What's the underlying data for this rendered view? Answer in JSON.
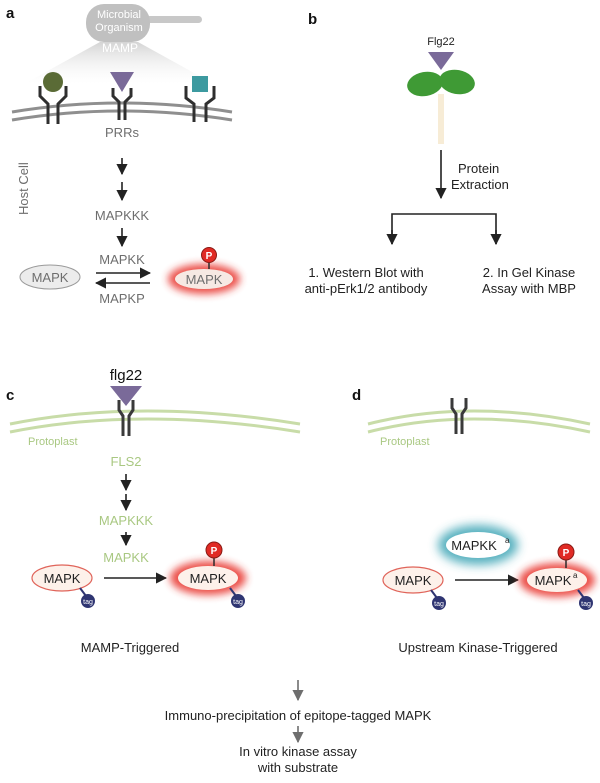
{
  "panels": {
    "a": "a",
    "b": "b",
    "c": "c",
    "d": "d"
  },
  "panel_a": {
    "organism": [
      "Microbial",
      "Organism"
    ],
    "mamp": "MAMP",
    "prrs": "PRRs",
    "host_cell": "Host Cell",
    "mapkkk": "MAPKKK",
    "mapkk": "MAPKK",
    "mapkp": "MAPKP",
    "mapk_inactive": "MAPK",
    "mapk_active": "MAPK",
    "phospho": "P"
  },
  "panel_b": {
    "ligand": "Flg22",
    "step_label": [
      "Protein",
      "Extraction"
    ],
    "option1": [
      "1. Western Blot with",
      "anti-pErk1/2 antibody"
    ],
    "option2": [
      "2. In Gel Kinase",
      "Assay with MBP"
    ]
  },
  "panel_c": {
    "ligand": "flg22",
    "protoplast": "Protoplast",
    "receptor": "FLS2",
    "mapkkk": "MAPKKK",
    "mapkk": "MAPKK",
    "mapk_inactive": "MAPK",
    "mapk_active": "MAPK",
    "tag": "tag",
    "phospho": "P",
    "caption": "MAMP-Triggered"
  },
  "panel_d": {
    "protoplast": "Protoplast",
    "mapkk_a": "MAPKK",
    "superscript_a": "a",
    "mapk_inactive": "MAPK",
    "mapk_active": "MAPK",
    "tag": "tag",
    "phospho": "P",
    "caption": "Upstream Kinase-Triggered"
  },
  "bottom": {
    "step1": "Immuno-precipitation of epitope-tagged MAPK",
    "step2": [
      "In vitro kinase assay",
      "with substrate"
    ]
  },
  "colors": {
    "purple": "#7a6a99",
    "olive": "#5a6b36",
    "teal": "#3d9aa0",
    "leaf": "#3f9a35",
    "membrane_gray": "#8f8f8f",
    "membrane_green": "#c8dca8",
    "active_red": "#e8302a",
    "tag_navy": "#2f3572",
    "glow_teal": "#45a8b8"
  }
}
